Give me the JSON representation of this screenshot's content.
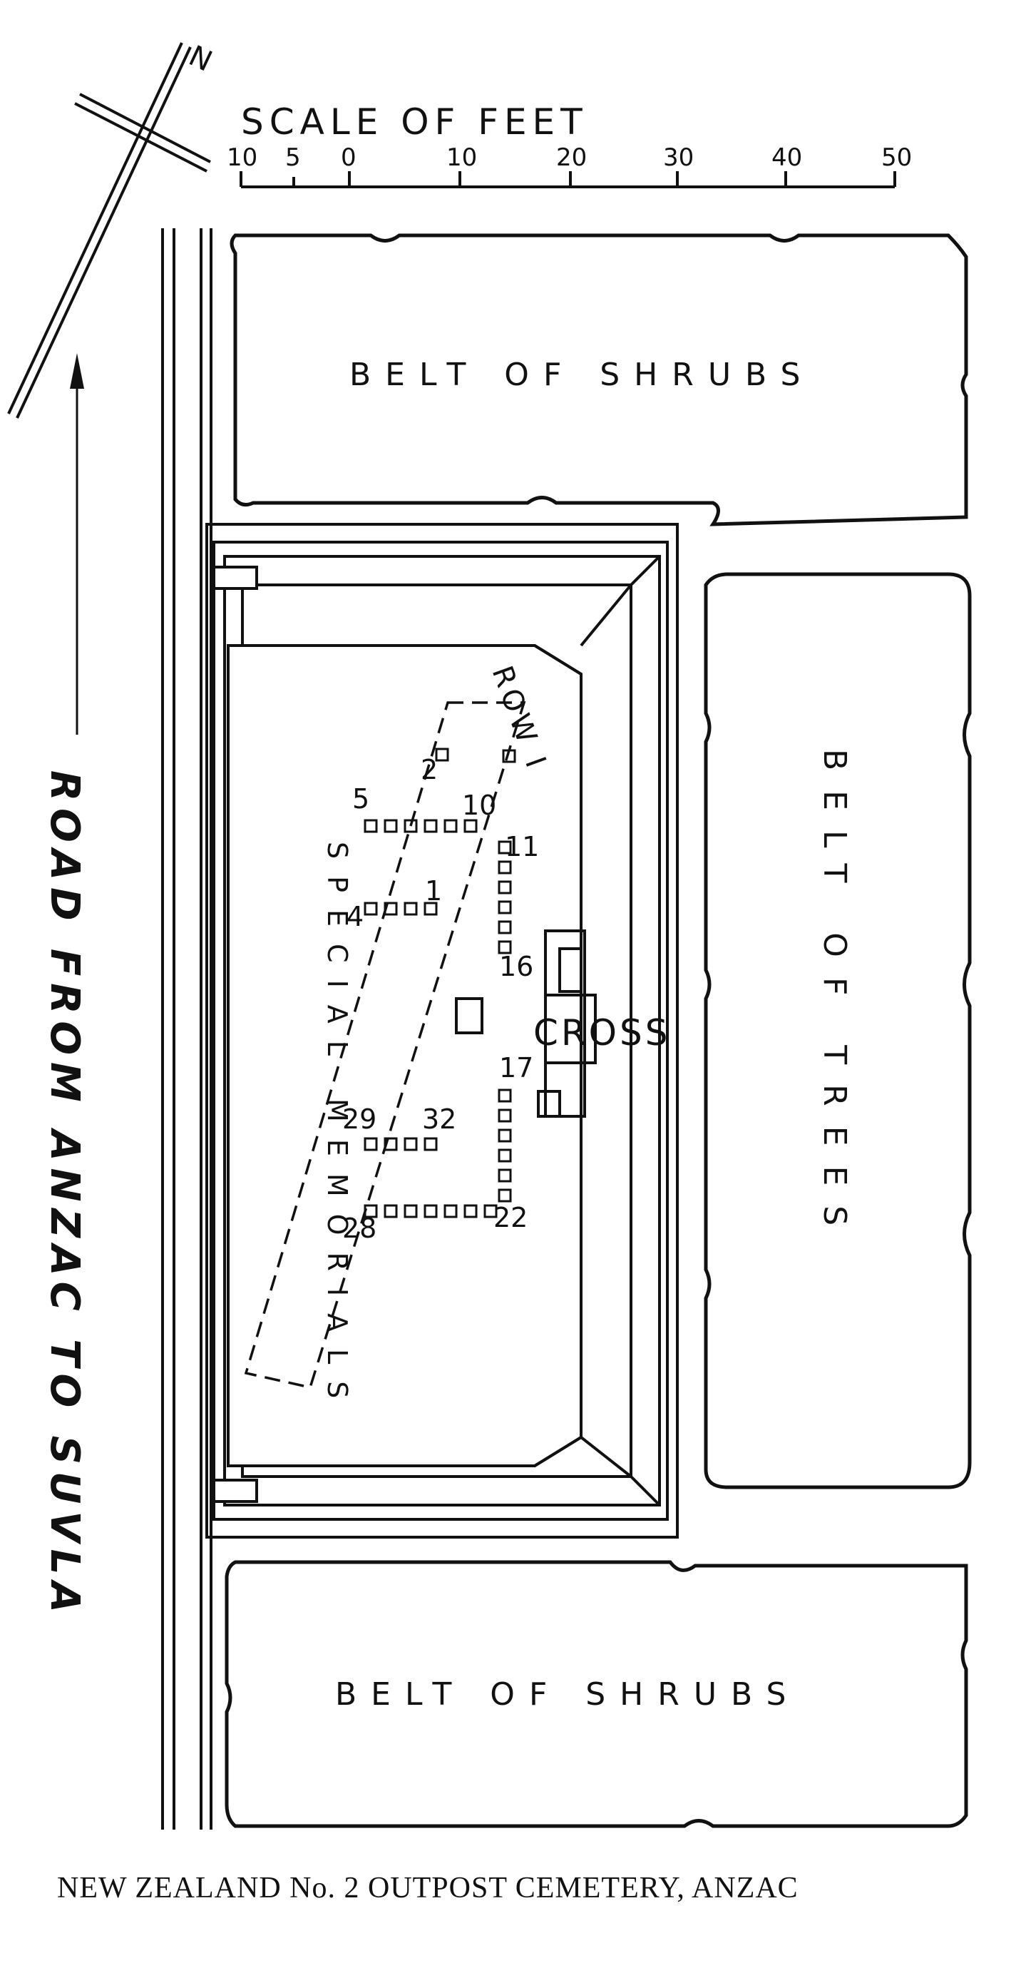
{
  "map": {
    "scale": {
      "title": "SCALE OF FEET",
      "ticks": [
        "10",
        "5",
        "0",
        "10",
        "20",
        "30",
        "40",
        "50"
      ]
    },
    "north_marker": "N",
    "road_label": "ROAD FROM ANZAC TO SUVLA",
    "belts": {
      "top": "BELT OF SHRUBS",
      "right": "BELT OF TREES",
      "bottom": "BELT OF SHRUBS"
    },
    "row_label": "ROW I",
    "special_memorials_label": "SPECIAL MEMORIALS",
    "cross_label": "CROSS",
    "grave_numbers": [
      "1",
      "2",
      "4",
      "5",
      "10",
      "11",
      "16",
      "17",
      "22",
      "28",
      "29",
      "32"
    ],
    "caption": "NEW ZEALAND No. 2 OUTPOST CEMETERY, ANZAC"
  },
  "colors": {
    "ink": "#111111",
    "paper": "#ffffff"
  }
}
